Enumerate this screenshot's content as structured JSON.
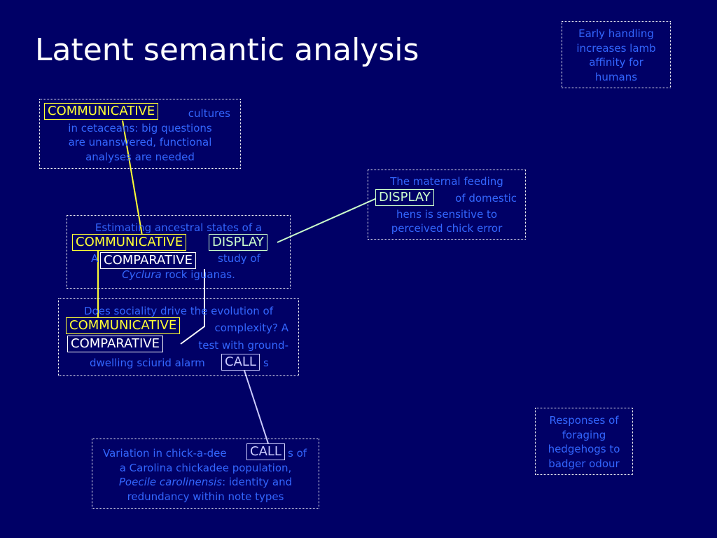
{
  "title": "Latent semantic analysis",
  "colors": {
    "background": "#000066",
    "title": "#ffffff",
    "doc_text": "#3366ff",
    "communicative": "#ffff33",
    "display": "#ccffcc",
    "comparative": "#ffffff",
    "call": "#ccccff"
  },
  "docs": {
    "d1": {
      "line1": "cultures",
      "line2": "in cetaceans: big questions",
      "line3": "are unanswered, functional",
      "line4": "analyses are needed"
    },
    "d2": {
      "line1": "Estimating ancestral states of a",
      "line3_pre": "A",
      "line3_post": "study of",
      "line4_italic": "Cyclura",
      "line4_rest": " rock iguanas."
    },
    "d3": {
      "line1": "Does sociality drive the evolution of",
      "line2_post": "complexity? A",
      "line3_post": "test with ground-",
      "line4_pre": "dwelling sciurid alarm",
      "line4_post": "s"
    },
    "d4": {
      "line1_pre": "Variation in chick-a-dee",
      "line1_post": "s of",
      "line2": "a Carolina chickadee population,",
      "line3_italic": "Poecile carolinensis",
      "line3_rest": ": identity and",
      "line4": "redundancy within note types"
    },
    "d5": {
      "line1": "The maternal feeding",
      "line2_post": "of domestic",
      "line3": "hens is sensitive to",
      "line4": "perceived chick error"
    },
    "d6": {
      "line1": "Early handling",
      "line2": "increases lamb",
      "line3": "affinity for",
      "line4": "humans"
    },
    "d7": {
      "line1": "Responses of",
      "line2": "foraging",
      "line3": "hedgehogs to",
      "line4": "badger odour"
    }
  },
  "keywords": {
    "communicative": "COMMUNICATIVE",
    "display": "DISPLAY",
    "comparative": "COMPARATIVE",
    "call": "CALL"
  }
}
